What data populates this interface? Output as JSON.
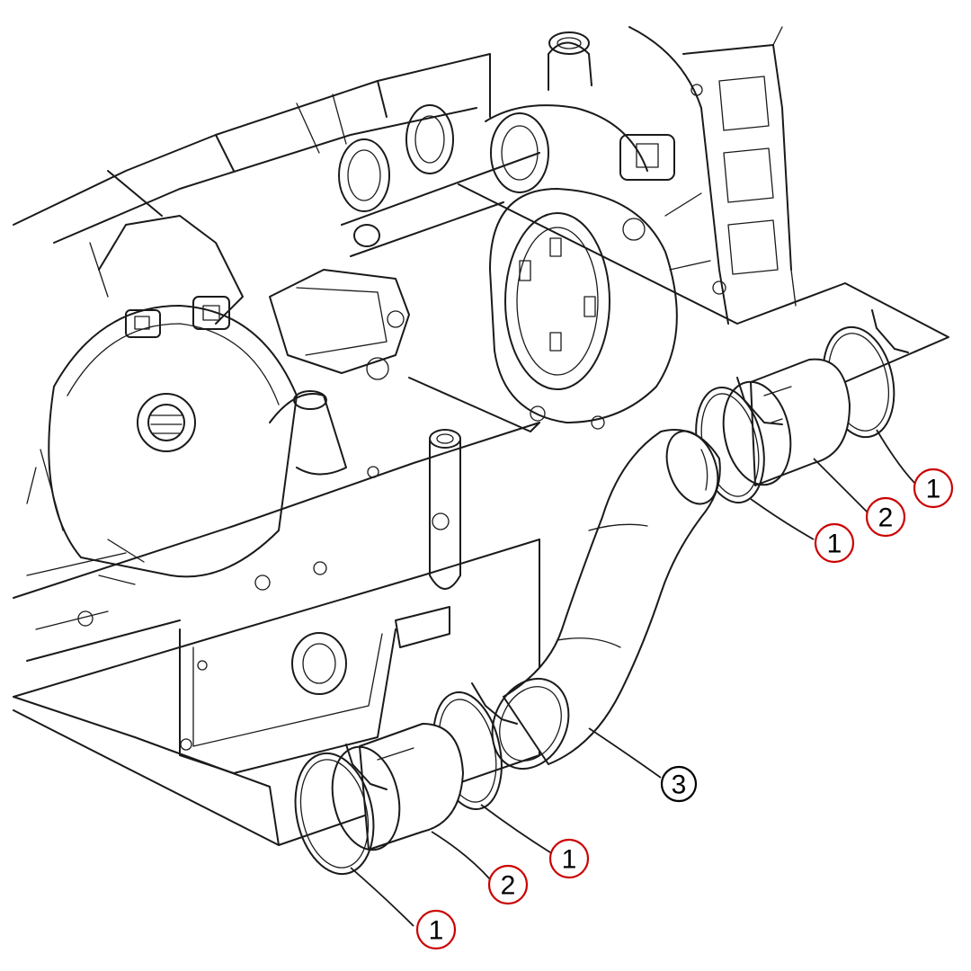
{
  "colors": {
    "line": "#1a1a1a",
    "callout_red": "#cc0000",
    "callout_black": "#000000",
    "background": "#ffffff"
  },
  "callouts": [
    {
      "id": "c1",
      "label": "1",
      "style": "red"
    },
    {
      "id": "c2",
      "label": "2",
      "style": "red"
    },
    {
      "id": "c3",
      "label": "1",
      "style": "red"
    },
    {
      "id": "c4",
      "label": "1",
      "style": "red"
    },
    {
      "id": "c5",
      "label": "2",
      "style": "red"
    },
    {
      "id": "c6",
      "label": "1",
      "style": "red"
    },
    {
      "id": "c7",
      "label": "3",
      "style": "black"
    }
  ]
}
